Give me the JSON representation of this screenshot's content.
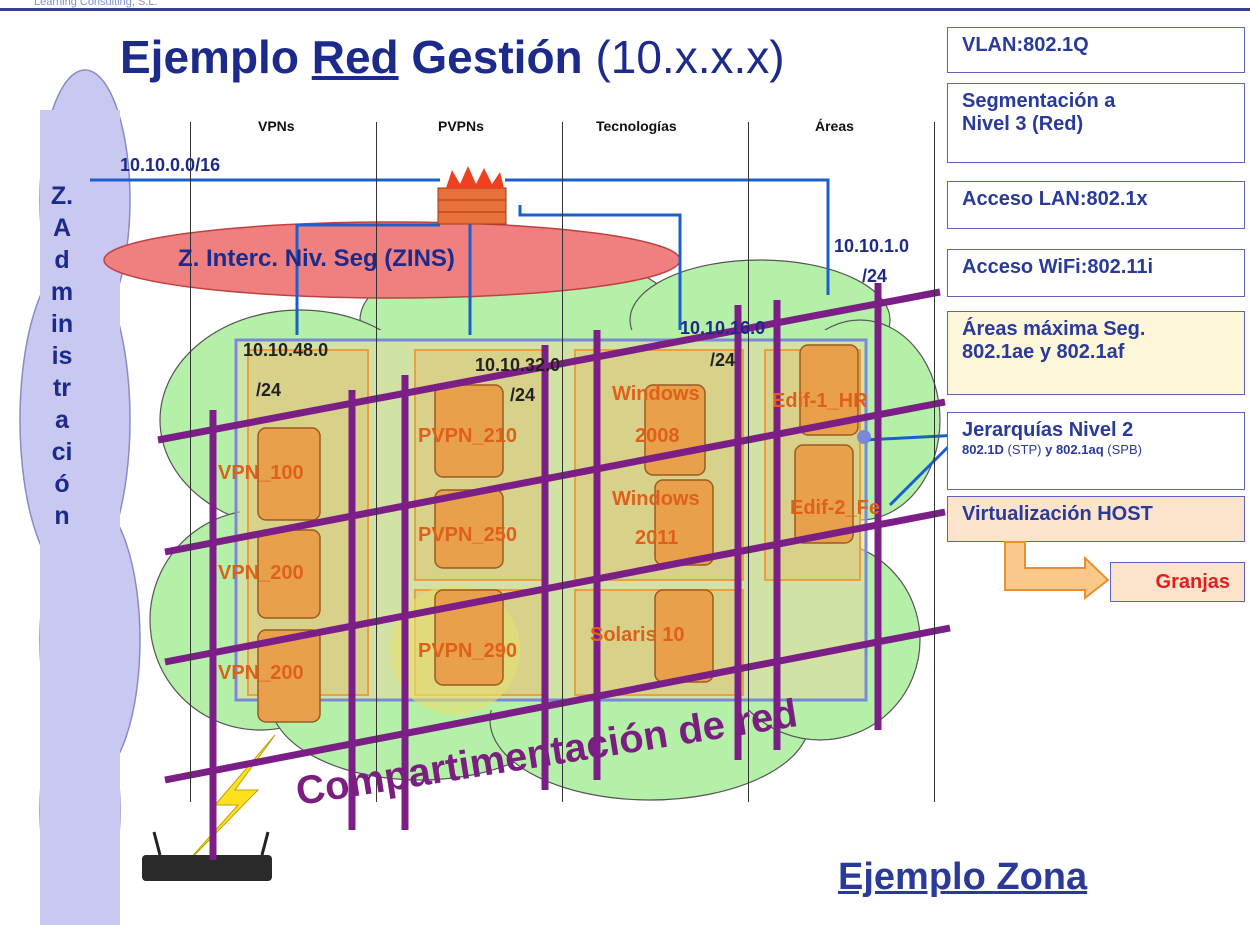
{
  "corner_text": "Learning Consulting, S.L.",
  "title": {
    "main": "Ejemplo ",
    "underlined": "Red",
    "rest": " Gestión ",
    "paren": "(10.x.x.x)"
  },
  "columns": [
    "VPNs",
    "PVPNs",
    "Tecnologías",
    "Áreas"
  ],
  "admin_zone": "Z. Administración",
  "networks": {
    "main": "10.10.0.0/16",
    "areas_a": "10.10.1.0",
    "areas_b": "/24",
    "vpn_a": "10.10.48.0",
    "vpn_b": "/24",
    "pvpn_a": "10.10.32.0",
    "pvpn_b": "/24",
    "tech_a": "10.10.16.0",
    "tech_b": "/24"
  },
  "zins_label": "Z. Interc. Niv. Seg (ZINS)",
  "nodes": {
    "vpn_100": "VPN_100",
    "vpn_200a": "VPN_200",
    "vpn_200b": "VPN_200",
    "pvpn_210": "PVPN_210",
    "pvpn_250": "PVPN_250",
    "pvpn_290": "PVPN_290",
    "win2008_a": "Windows",
    "win2008_b": "2008",
    "win2011_a": "Windows",
    "win2011_b": "2011",
    "solaris": "Solaris 10",
    "edif1": "Edif-1_HR",
    "edif2": "Edif-2_Fe"
  },
  "diagonal_text": "Compartimentación de red",
  "right_panel": {
    "vlan": "VLAN:802.1Q",
    "seg_a": "Segmentación a",
    "seg_b": "Nivel 3 (Red)",
    "lan": "Acceso LAN:802.1x",
    "wifi": "Acceso WiFi:802.11i",
    "areas_a": "Áreas máxima Seg.",
    "areas_b": "802.1ae y 802.1af",
    "jer_a": "Jerarquías Nivel 2",
    "jer_b1": "802.1D",
    "jer_b2": " (STP) ",
    "jer_b3": "y",
    "jer_b4": " 802.1aq",
    "jer_b5": " (SPB)",
    "virt": "Virtualización HOST",
    "granjas": "Granjas"
  },
  "footer": "Ejemplo Zona",
  "colors": {
    "purple": "#7b1f86",
    "blue_line": "#1a5fd0",
    "green_cloud": "#b4f0a8",
    "admin_cloud": "#c8c8f0",
    "zins_red": "#f08080"
  }
}
